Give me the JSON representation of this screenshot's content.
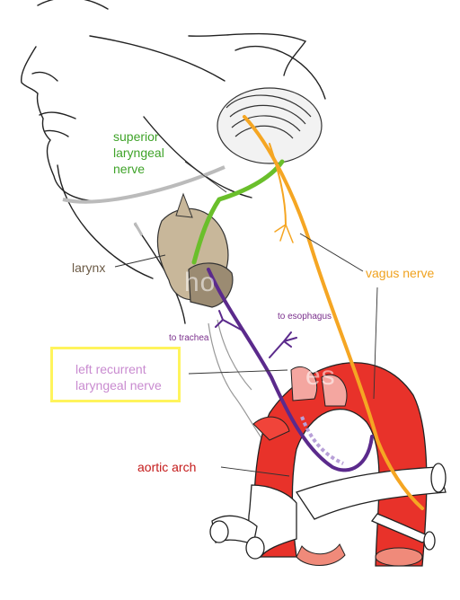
{
  "labels": {
    "superior_laryngeal_nerve": [
      "superior",
      "laryngeal",
      "nerve"
    ],
    "larynx": "larynx",
    "vagus_nerve": "vagus nerve",
    "to_esophagus": "to esophagus",
    "to_trachea": "to trachea",
    "left_recurrent_laryngeal_nerve": [
      "left recurrent",
      "laryngeal nerve"
    ],
    "aortic_arch": "aortic arch"
  },
  "watermark": {
    "fragment_1": "ho",
    "fragment_2": "es"
  },
  "colors": {
    "superior_laryngeal_nerve": "#6abf2b",
    "vagus_nerve": "#f5a623",
    "recurrent_nerve": "#5b2a8c",
    "aorta": "#e8322a",
    "larynx": "#c8b79a",
    "highlight_box": "#fff45c"
  }
}
